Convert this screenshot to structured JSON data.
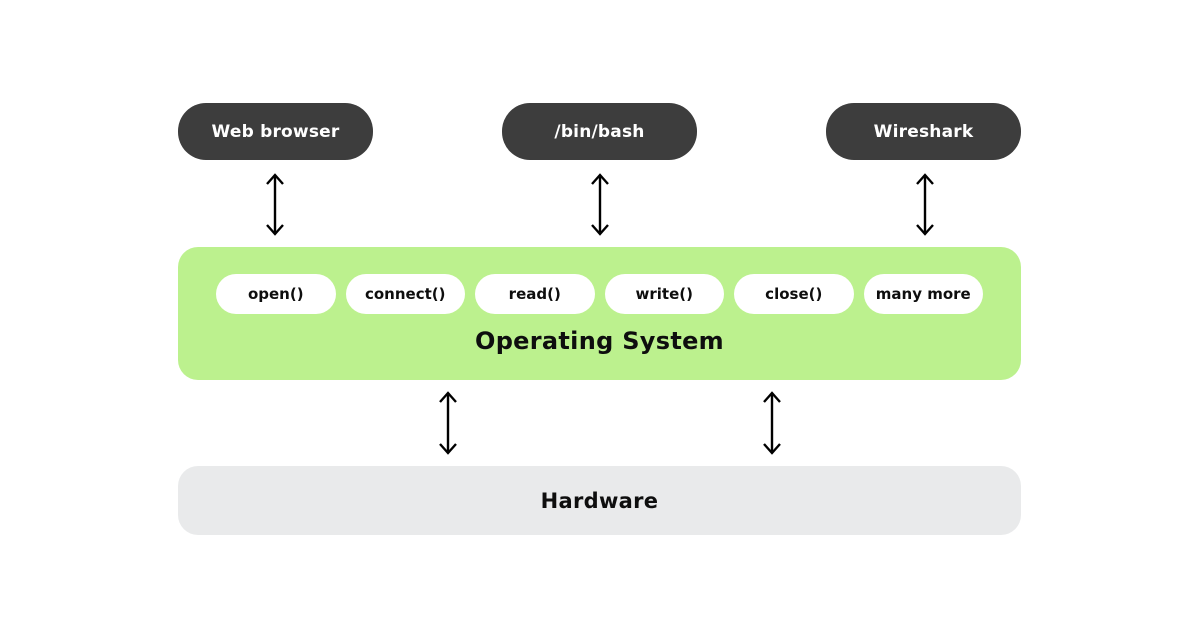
{
  "diagram": {
    "apps": [
      {
        "label": "Web browser"
      },
      {
        "label": "/bin/bash"
      },
      {
        "label": "Wireshark"
      }
    ],
    "os": {
      "title": "Operating System",
      "syscalls": [
        "open()",
        "connect()",
        "read()",
        "write()",
        "close()",
        "many more"
      ]
    },
    "hardware": {
      "title": "Hardware"
    },
    "colors": {
      "app_box": "#3d3d3d",
      "app_text": "#ffffff",
      "os_box": "#bcf18e",
      "hardware_box": "#e9eaeb",
      "text_dark": "#0e0e0e",
      "arrow": "#000000",
      "background": "#ffffff"
    }
  }
}
